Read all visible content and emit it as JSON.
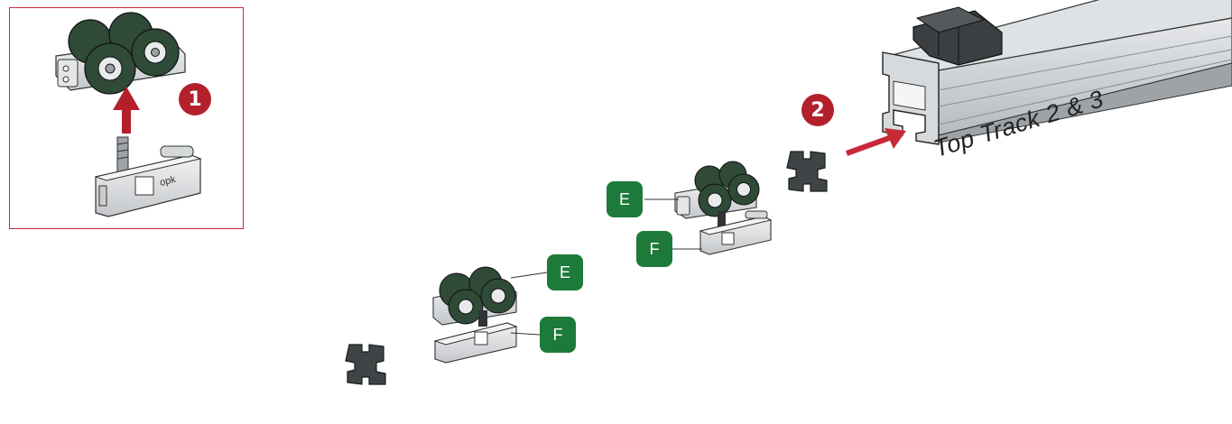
{
  "steps": [
    {
      "label": "1",
      "color": "#b3202c"
    },
    {
      "label": "2",
      "color": "#b3202c"
    }
  ],
  "badges": {
    "e_label": "E",
    "f_label": "F",
    "color": "#1e7a3a"
  },
  "track": {
    "label": "Top Track 2 & 3"
  },
  "product_marking": "opk",
  "colors": {
    "accent_red": "#c62a36",
    "wheel_green": "#2f4a36",
    "track_grey": "#c9cccf"
  },
  "icons": [
    "carriage-assembly-icon",
    "bracket-icon",
    "end-stopper-icon",
    "top-track-icon",
    "arrow-icon"
  ]
}
